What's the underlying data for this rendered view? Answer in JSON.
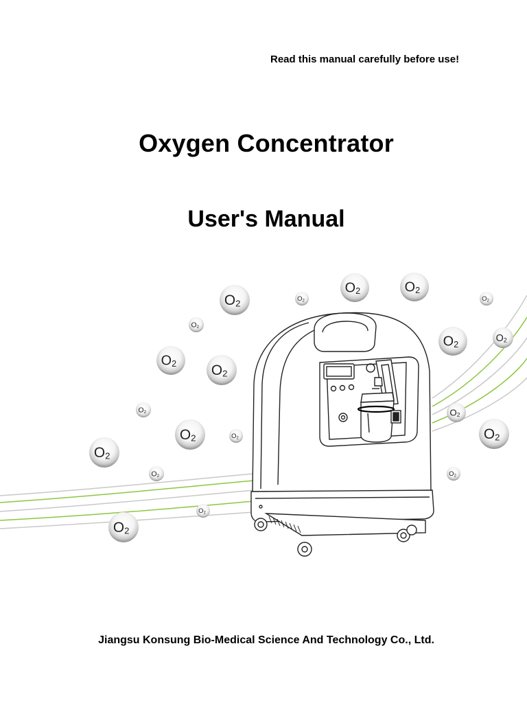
{
  "header": {
    "notice": "Read this manual carefully before use!"
  },
  "document": {
    "title": "Oxygen Concentrator",
    "subtitle": "User's Manual"
  },
  "illustration": {
    "bubble_text": "O",
    "bubble_subscript": "2",
    "accent_color": "#8cc63f",
    "line_color": "#c8c8c8"
  },
  "footer": {
    "company": "Jiangsu Konsung Bio-Medical Science And Technology Co., Ltd."
  }
}
